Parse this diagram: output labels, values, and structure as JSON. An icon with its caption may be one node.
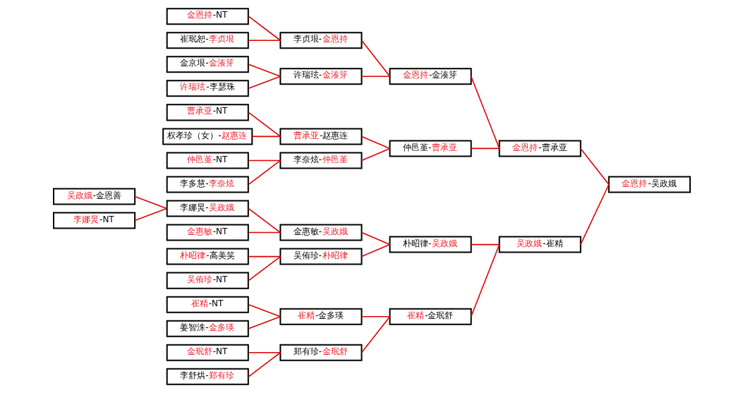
{
  "diagram": {
    "nodes": [
      {
        "text": [
          "吴政娥-金恩善"
        ]
      },
      {
        "text": [
          "李娜炅-NT"
        ]
      },
      {
        "text": [
          "金恩持-NT"
        ]
      },
      {
        "text": [
          "崔珉恕-李贞垠"
        ]
      },
      {
        "text": [
          "金京垠-金湊笌"
        ]
      },
      {
        "text": [
          "许瑞玹-李瑟珠"
        ]
      },
      {
        "text": [
          "曹承亚-NT"
        ]
      },
      {
        "text": [
          "权孝珍（女）-赵惠连"
        ]
      },
      {
        "text": [
          "仲邑堇-NT"
        ]
      },
      {
        "text": [
          "李多慧-李奈炫"
        ]
      },
      {
        "text": [
          "李娜炅-吴政娥"
        ]
      },
      {
        "text": [
          "金惠敏-NT"
        ]
      },
      {
        "text": [
          "朴昭律-高美笑"
        ]
      },
      {
        "text": [
          "吴侑珍-NT"
        ]
      },
      {
        "text": [
          "崔精-NT"
        ]
      },
      {
        "text": [
          "姜智洙-金多瑛"
        ]
      },
      {
        "text": [
          "金珉舒-NT"
        ]
      },
      {
        "text": [
          "李舒烘-郑有珍"
        ]
      },
      {
        "text": [
          "李贞垠-金恩持"
        ]
      },
      {
        "text": [
          "许瑞玹-金湊笌"
        ]
      },
      {
        "text": [
          "曹承亚-赵惠连"
        ]
      },
      {
        "text": [
          "李奈炫-仲邑堇"
        ]
      },
      {
        "text": [
          "金惠敏-吴政娥"
        ]
      },
      {
        "text": [
          "吴侑珍-朴昭律"
        ]
      },
      {
        "text": [
          "崔精-金多瑛"
        ]
      },
      {
        "text": [
          "郑有珍-金珉舒"
        ]
      },
      {
        "text": [
          "金恩持-金湊笌"
        ]
      },
      {
        "text": [
          "仲邑堇-曹承亚"
        ]
      },
      {
        "text": [
          "朴昭律-吴政娥"
        ]
      },
      {
        "text": [
          "崔精-金珉舒"
        ]
      },
      {
        "text": [
          "金恩持-曹承亚"
        ]
      },
      {
        "text": [
          "吴政娥-崔精"
        ]
      },
      {
        "text": [
          "金恩持-吴政娥"
        ]
      }
    ],
    "edges": [
      {
        "from": 0,
        "to": 10,
        "arrow": "none"
      },
      {
        "from": 1,
        "to": 10,
        "arrow": "none"
      },
      {
        "from": 2,
        "to": 18,
        "arrow": "none"
      },
      {
        "from": 3,
        "to": 18,
        "arrow": "none"
      },
      {
        "from": 4,
        "to": 19,
        "arrow": "none"
      },
      {
        "from": 5,
        "to": 19,
        "arrow": "none"
      },
      {
        "from": 6,
        "to": 20,
        "arrow": "none"
      },
      {
        "from": 7,
        "to": 20,
        "arrow": "none"
      },
      {
        "from": 8,
        "to": 21,
        "arrow": "none"
      },
      {
        "from": 9,
        "to": 21,
        "arrow": "none"
      },
      {
        "from": 10,
        "to": 22,
        "arrow": "none"
      },
      {
        "from": 11,
        "to": 22,
        "arrow": "none"
      },
      {
        "from": 12,
        "to": 23,
        "arrow": "none"
      },
      {
        "from": 13,
        "to": 23,
        "arrow": "none"
      },
      {
        "from": 14,
        "to": 24,
        "arrow": "none"
      },
      {
        "from": 15,
        "to": 24,
        "arrow": "none"
      },
      {
        "from": 16,
        "to": 25,
        "arrow": "none"
      },
      {
        "from": 17,
        "to": 25,
        "arrow": "none"
      },
      {
        "from": 18,
        "to": 26,
        "arrow": "none"
      },
      {
        "from": 19,
        "to": 26,
        "arrow": "none"
      },
      {
        "from": 20,
        "to": 27,
        "arrow": "none"
      },
      {
        "from": 21,
        "to": 27,
        "arrow": "none"
      },
      {
        "from": 22,
        "to": 28,
        "arrow": "none"
      },
      {
        "from": 23,
        "to": 28,
        "arrow": "none"
      },
      {
        "from": 24,
        "to": 29,
        "arrow": "none"
      },
      {
        "from": 25,
        "to": 29,
        "arrow": "none"
      },
      {
        "from": 26,
        "to": 30,
        "arrow": "none"
      },
      {
        "from": 27,
        "to": 30,
        "arrow": "none"
      },
      {
        "from": 28,
        "to": 31,
        "arrow": "none"
      },
      {
        "from": 29,
        "to": 31,
        "arrow": "none"
      },
      {
        "from": 30,
        "to": 32,
        "arrow": "none"
      },
      {
        "from": 31,
        "to": 32,
        "arrow": "none"
      }
    ]
  }
}
